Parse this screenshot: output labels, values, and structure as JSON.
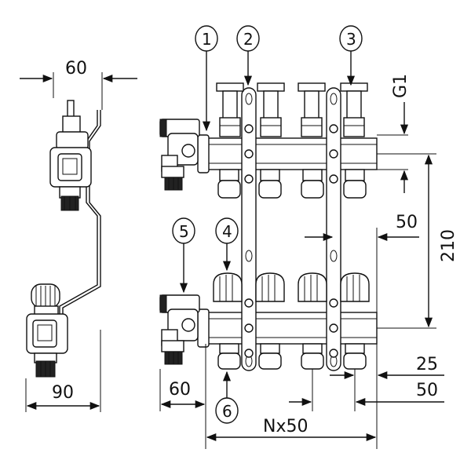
{
  "dimensions": {
    "side_width_top": "60",
    "side_width_bottom": "90",
    "valve_offset": "60",
    "g1": "G1",
    "height": "210",
    "right_offset": "50",
    "outlet_offset_25": "25",
    "outlet_offset_50": "50",
    "spacing": "Nx50"
  },
  "callouts": [
    "1",
    "2",
    "3",
    "4",
    "5",
    "6"
  ]
}
